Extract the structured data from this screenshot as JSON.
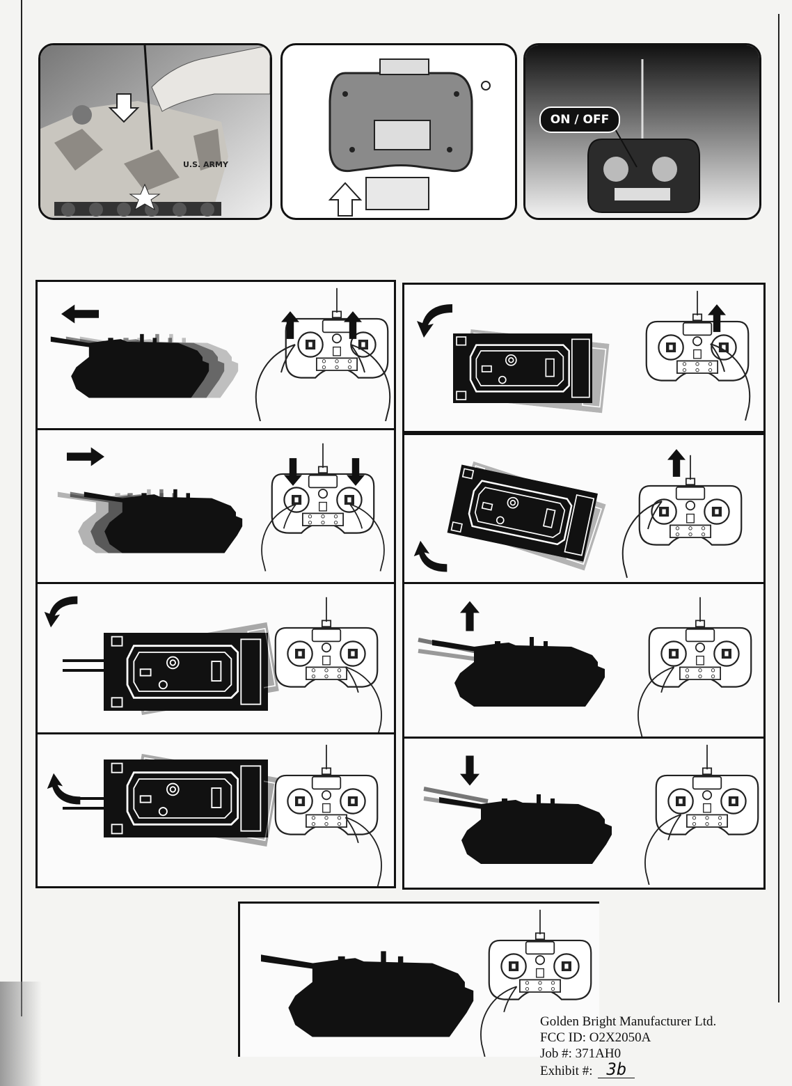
{
  "photos": {
    "tank_photo": {
      "marking": "U.S. ARMY"
    },
    "remote_photo": {
      "power_label": "ON / OFF"
    }
  },
  "panels": [
    {
      "id": "forward",
      "action": "drive forward",
      "arrow": "left"
    },
    {
      "id": "rotate-left",
      "action": "pivot turn",
      "arrow": "curved"
    },
    {
      "id": "backward",
      "action": "drive backward",
      "arrow": "right"
    },
    {
      "id": "rotate-right",
      "action": "pivot turn",
      "arrow": "curved"
    },
    {
      "id": "turret-left",
      "action": "turret rotate",
      "arrow": "curved-down"
    },
    {
      "id": "barrel-up",
      "action": "barrel raise",
      "arrow": "up"
    },
    {
      "id": "turret-right",
      "action": "turret rotate",
      "arrow": "curved-up"
    },
    {
      "id": "barrel-down",
      "action": "barrel lower",
      "arrow": "down"
    },
    {
      "id": "fire",
      "action": "fire",
      "arrow": "none"
    }
  ],
  "fcc": {
    "company": "Golden Bright Manufacturer Ltd.",
    "fcc_id": "FCC ID:  O2X2050A",
    "job": "Job #:  371AH0",
    "exhibit_label": "Exhibit #:",
    "exhibit_value": "3b"
  }
}
